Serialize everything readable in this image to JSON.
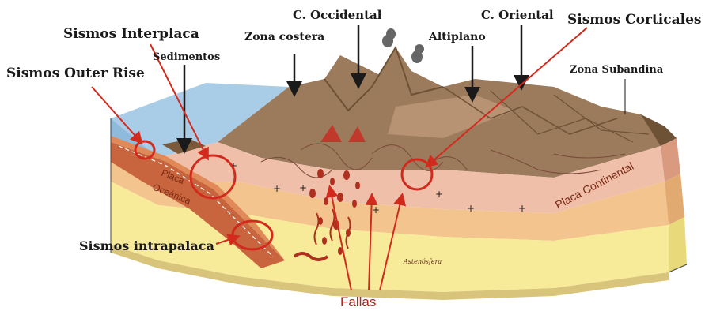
{
  "labels": {
    "c_occidental": "C. Occidental",
    "c_oriental": "C. Oriental",
    "sismos_corticales": "Sismos Corticales",
    "sismos_interplaca": "Sismos Interplaca",
    "zona_costera": "Zona costera",
    "altiplano": "Altiplano",
    "sedimentos": "Sedimentos",
    "sismos_outer_rise": "Sismos Outer Rise",
    "zona_subandina": "Zona Subandina",
    "sismos_intrapalaca": "Sismos intrapalaca",
    "fallas": "Fallas",
    "placa_continental": "Placa Continental",
    "placa": "Placa",
    "oceanica": "Oceánica",
    "astenosfera": "Astenósfera"
  },
  "colors": {
    "ocean": "#a9cde6",
    "ocean_dark": "#6fa3cb",
    "mountains": "#9c7a5c",
    "mountains_dark": "#6e5236",
    "crust": "#f0bfa9",
    "crust_dark": "#d99a80",
    "lithosphere": "#f4c48e",
    "asthenosphere": "#f7eb9a",
    "slab": "#c8653e",
    "magma": "#c0392b",
    "annotation_red": "#d32a1e"
  }
}
